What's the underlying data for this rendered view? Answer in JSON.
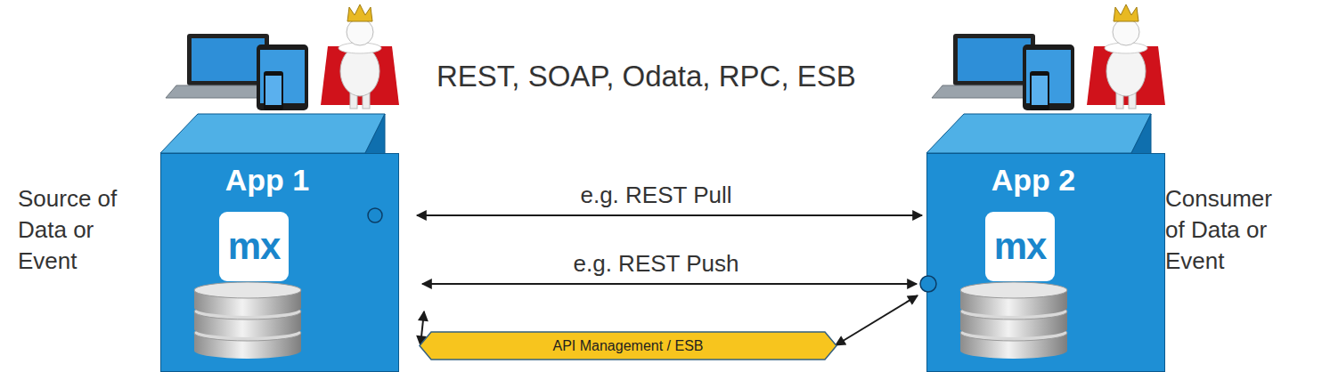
{
  "diagram": {
    "nodes": [
      {
        "text": [
          "App 1"
        ]
      },
      {
        "text": [
          "mx"
        ],
        "in": 0
      },
      {
        "text": [
          "App 2"
        ]
      },
      {
        "text": [
          "mx"
        ],
        "in": 2
      },
      {
        "text": [
          "API Management / ESB"
        ]
      }
    ],
    "edges": [
      {
        "from": 0,
        "to": 2,
        "arrow": "both",
        "label": "e.g. REST Pull"
      },
      {
        "from": 0,
        "to": 2,
        "arrow": "both",
        "label": "e.g. REST Push"
      },
      {
        "from": 0,
        "to": 4,
        "arrow": "both"
      },
      {
        "from": 4,
        "to": 2,
        "arrow": "both"
      }
    ],
    "labels": [
      "REST, SOAP, Odata, RPC, ESB",
      "Source of Data or Event",
      "Consumer of Data or Event"
    ]
  }
}
